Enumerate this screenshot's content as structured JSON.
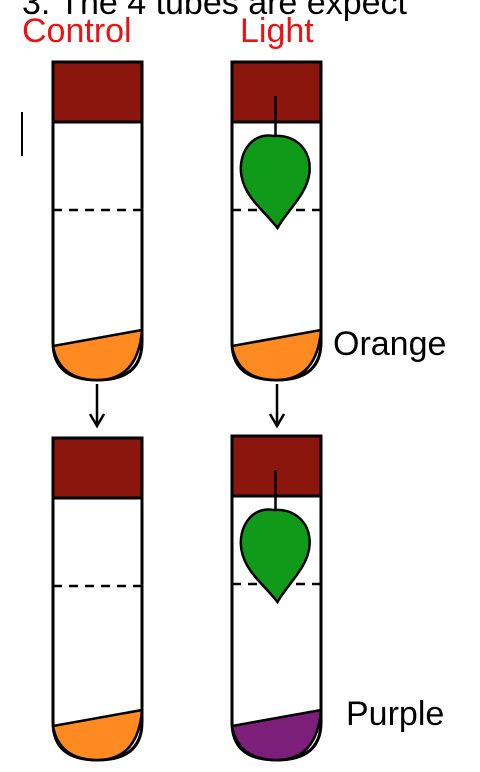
{
  "header": {
    "cut_off_text": "3. The 4 tubes are expect",
    "column_labels": [
      "Control",
      "Light"
    ]
  },
  "side_labels": {
    "top_right": "Orange",
    "bottom_right": "Purple"
  },
  "colors": {
    "label_red": "#ee1111",
    "stopper": "#8b160d",
    "solution_orange": "#ff8a22",
    "solution_purple": "#7b1f7a",
    "leaf_green": "#109a1a",
    "outline": "#000000"
  },
  "tubes": [
    {
      "name": "control-top",
      "has_leaf": false,
      "solution": "orange"
    },
    {
      "name": "light-top",
      "has_leaf": true,
      "solution": "orange"
    },
    {
      "name": "control-bottom",
      "has_leaf": false,
      "solution": "orange"
    },
    {
      "name": "light-bottom",
      "has_leaf": true,
      "solution": "purple"
    }
  ]
}
